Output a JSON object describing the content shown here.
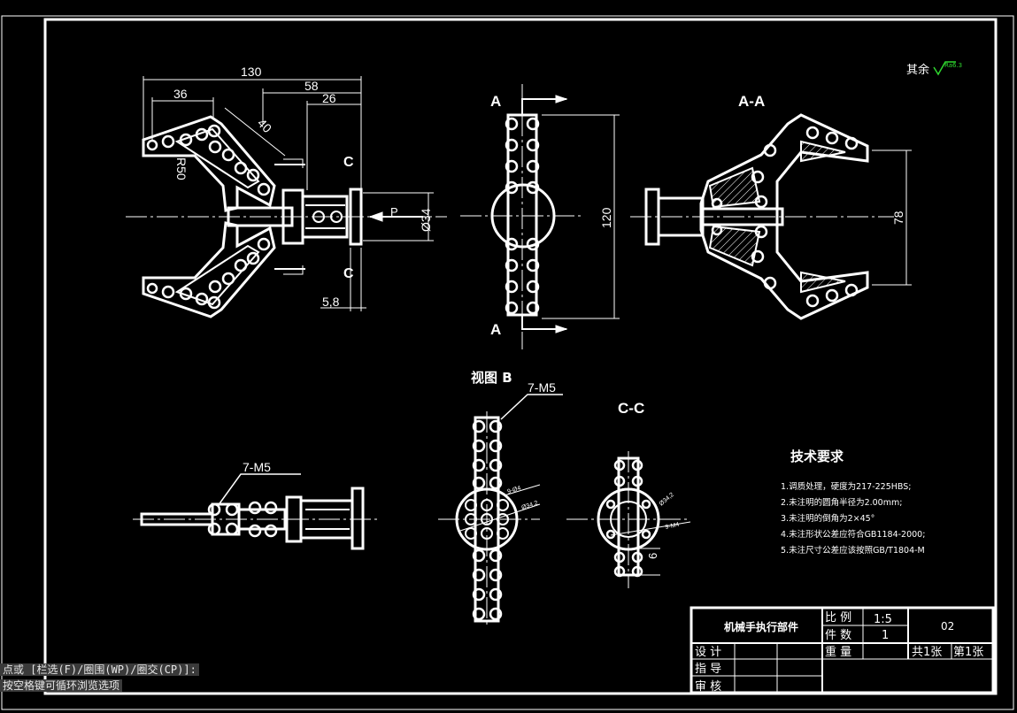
{
  "drawing": {
    "dimensions": {
      "d130": "130",
      "d36": "36",
      "d58": "58",
      "d26": "26",
      "d40": "40",
      "r50": "R50",
      "phi34": "Ø34",
      "d58b": "5,8",
      "d120": "120",
      "d78": "78",
      "phi34_2a": "Ø34,2",
      "phi34_2b": "Ø34,2",
      "phi4a": "9-Ø4",
      "phi4b": "9-M4",
      "d6": "6"
    },
    "labels": {
      "section_c1": "C",
      "section_c2": "C",
      "view_p": "P",
      "section_a1": "A",
      "section_a2": "A",
      "section_aa": "A-A",
      "view_b": "视图 B",
      "section_cc": "C-C",
      "thread_1": "7-M5",
      "thread_2": "7-M5"
    },
    "roughness": "其余",
    "roughness_value": "Ra6.3",
    "tech": {
      "title": "技术要求",
      "items": [
        "1.调质处理，硬度为217-225HBS;",
        "2.未注明的圆角半径为2.00mm;",
        "3.未注明的倒角为2×45°",
        "4.未注形状公差应符合GB1184-2000;",
        "5.未注尺寸公差应该按照GB/T1804-M"
      ]
    }
  },
  "title_block": {
    "part_name": "机械手执行部件",
    "scale_label": "比 例",
    "scale_value": "1:5",
    "qty_label": "件 数",
    "qty_value": "1",
    "weight_label": "重 量",
    "drawing_no": "02",
    "sheets_total": "共1张",
    "sheet_no": "第1张",
    "design": "设 计",
    "guide": "指 导",
    "review": "审 核"
  },
  "command_line": {
    "line1": "点或 [栏选(F)/圈围(WP)/圈交(CP)]:",
    "line2": "按空格键可循环浏览选项"
  }
}
